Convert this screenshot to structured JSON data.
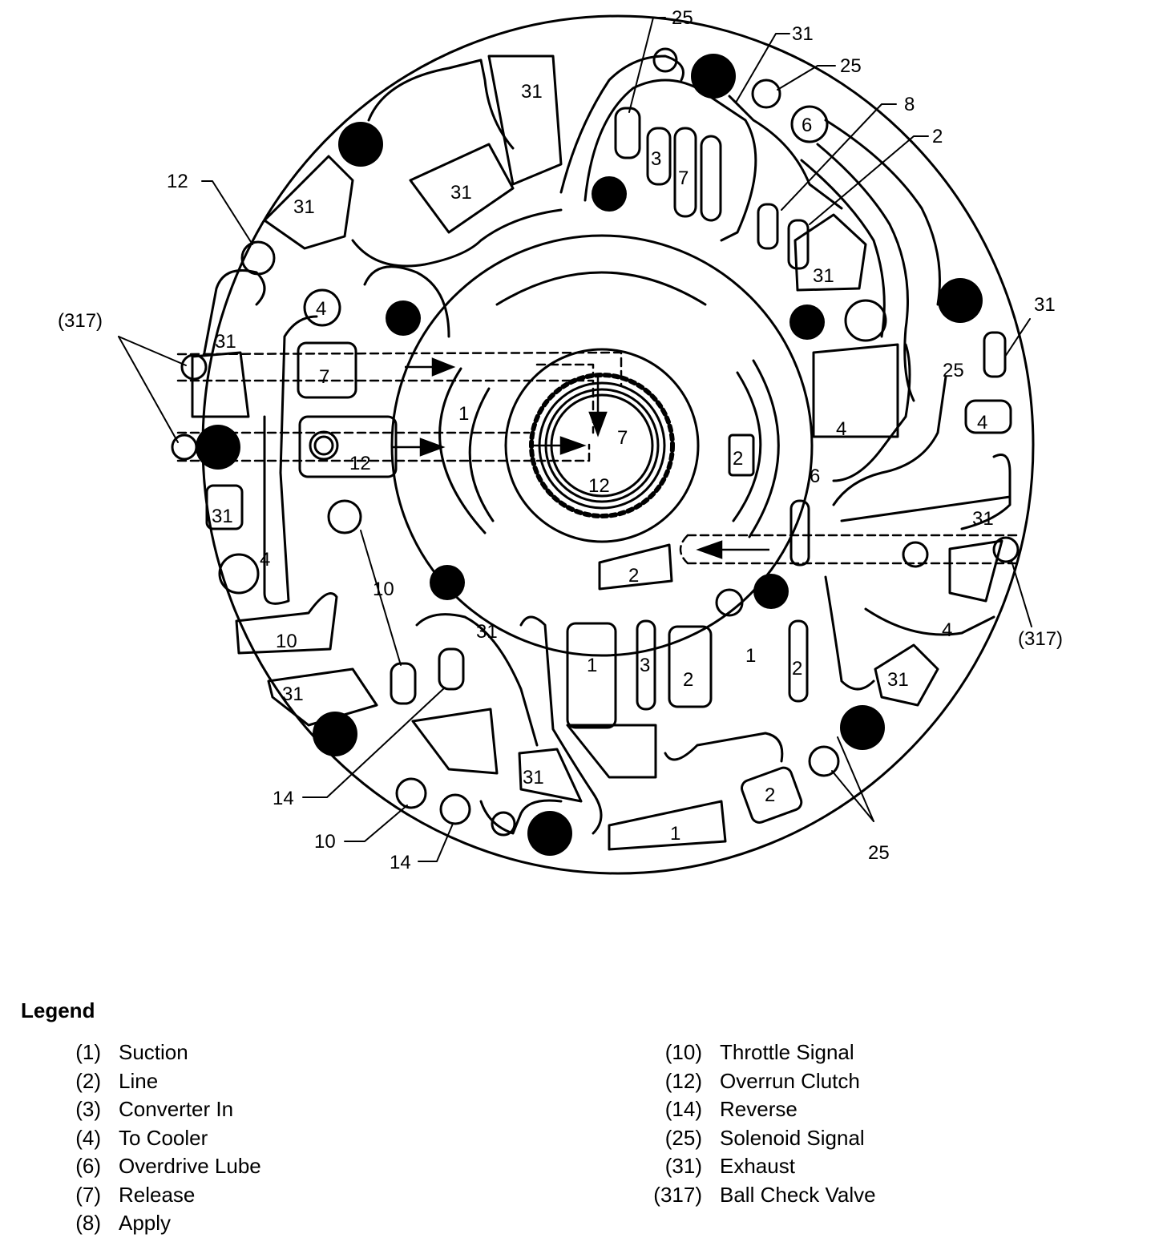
{
  "labels": {
    "top_25": "25",
    "top_31": "31",
    "top_right_25": "25",
    "label_8": "8",
    "label_2": "2",
    "label_12_left": "12",
    "label_317_left": "(317)",
    "label_31_right": "31",
    "label_317_right": "(317)",
    "label_10_mid": "10",
    "label_14_left": "14",
    "label_10_bottom": "10",
    "label_14_bottom": "14",
    "label_25_bottom": "25"
  },
  "ports": {
    "p31_a": "31",
    "p31_b": "31",
    "p31_c": "31",
    "p6": "6",
    "p3": "3",
    "p7": "7",
    "p31_d": "31",
    "p4_a": "4",
    "p31_e": "31",
    "p7_box": "7",
    "p1_arc": "1",
    "p7_center": "7",
    "p12_box": "12",
    "p12_center": "12",
    "p2_right": "2",
    "p25_right": "25",
    "p4_right": "4",
    "p4_r2": "4",
    "p6_mid": "6",
    "p31_f": "31",
    "p31_g": "31",
    "p4_b": "4",
    "p2_low": "2",
    "p10_box": "10",
    "p31_h": "31",
    "p1_a": "1",
    "p3_b": "3",
    "p2_b": "2",
    "p1_b": "1",
    "p2_c": "2",
    "p31_i": "31",
    "p4_c": "4",
    "p31_j": "31",
    "p31_k": "31",
    "p2_d": "2",
    "p1_c": "1"
  },
  "legend": {
    "title": "Legend",
    "left": [
      {
        "code": "(1)",
        "text": "Suction"
      },
      {
        "code": "(2)",
        "text": "Line"
      },
      {
        "code": "(3)",
        "text": "Converter In"
      },
      {
        "code": "(4)",
        "text": "To Cooler"
      },
      {
        "code": "(6)",
        "text": "Overdrive Lube"
      },
      {
        "code": "(7)",
        "text": "Release"
      },
      {
        "code": "(8)",
        "text": "Apply"
      }
    ],
    "right": [
      {
        "code": "(10)",
        "text": "Throttle Signal"
      },
      {
        "code": "(12)",
        "text": "Overrun Clutch"
      },
      {
        "code": "(14)",
        "text": "Reverse"
      },
      {
        "code": "(25)",
        "text": "Solenoid Signal"
      },
      {
        "code": "(31)",
        "text": "Exhaust"
      },
      {
        "code": "(317)",
        "text": "Ball Check Valve"
      }
    ]
  }
}
